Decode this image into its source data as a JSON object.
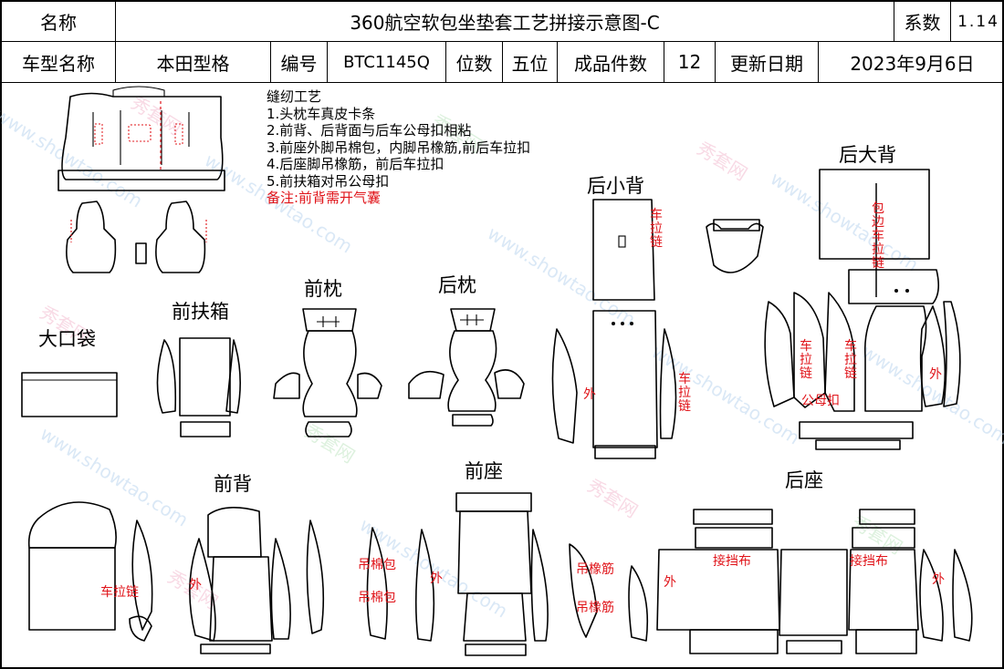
{
  "header": {
    "row1": {
      "name_label": "名称",
      "title": "360航空软包坐垫套工艺拼接示意图-C",
      "coef_label": "系数",
      "coef_value": "1.14"
    },
    "row2": {
      "model_label": "车型名称",
      "model_value": "本田型格",
      "code_label": "编号",
      "code_value": "BTC1145Q",
      "position_label": "位数",
      "position_value": "五位",
      "pieces_label": "成品件数",
      "pieces_value": "12",
      "date_label": "更新日期",
      "date_value": "2023年9月6日"
    }
  },
  "notes": {
    "title": "缝纫工艺",
    "items": [
      "1.头枕车真皮卡条",
      "2.前背、后背面与后车公母扣相粘",
      "3.前座外脚吊棉包，内脚吊橡筋,前后车拉扣",
      "4.后座脚吊橡筋，前后车拉扣",
      "5.前扶箱对吊公母扣"
    ],
    "remark": "备注:前背需开气囊"
  },
  "sections": {
    "small_back": "后小背",
    "big_back": "后大背",
    "front_armrest": "前扶箱",
    "front_headrest": "前枕",
    "rear_headrest": "后枕",
    "pocket": "大口袋",
    "front_back": "前背",
    "front_seat": "前座",
    "rear_seat": "后座"
  },
  "annotations": {
    "zipper": "车拉链",
    "zipper_v": "车拉链",
    "outer": "外",
    "binding_zipper": "包边车拉链",
    "snap": "公母扣",
    "cotton_bag": "吊棉包",
    "elastic": "吊橡筋",
    "retaining_cloth": "接挡布"
  },
  "watermark": {
    "site": "www.showtao.com",
    "brand": "秀套网"
  }
}
